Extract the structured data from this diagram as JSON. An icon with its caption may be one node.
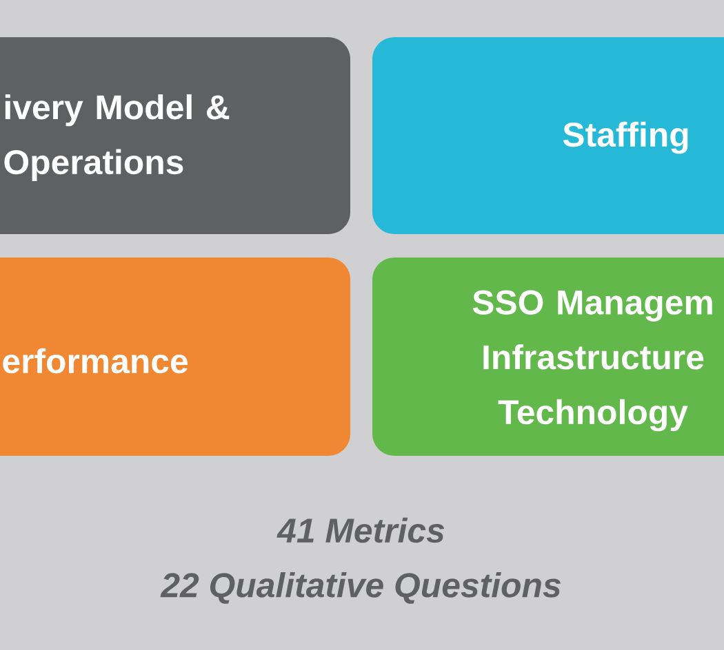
{
  "diagram": {
    "nodes": [
      {
        "text": [
          "ivery Model & Operations"
        ]
      },
      {
        "text": [
          "Staffing"
        ]
      },
      {
        "text": [
          "erformance"
        ]
      },
      {
        "text": [
          "SSO Managem Infrastructure Technology"
        ]
      }
    ],
    "labels": [
      "41 Metrics",
      "22 Qualitative Questions"
    ]
  }
}
